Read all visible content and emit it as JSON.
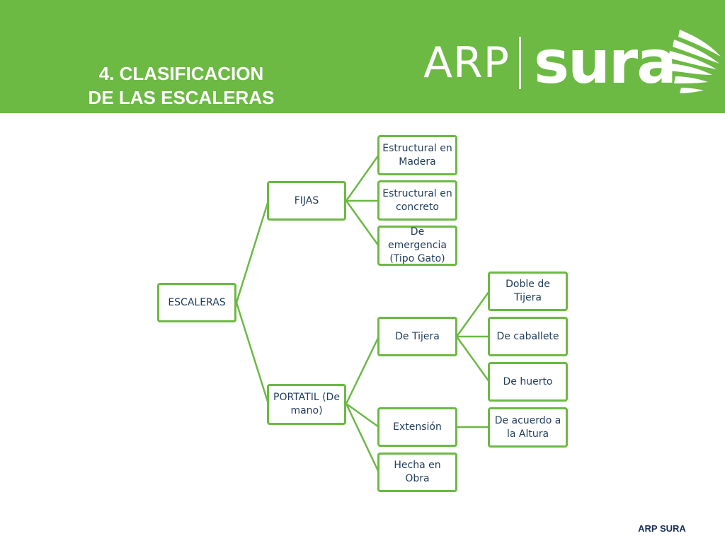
{
  "header": {
    "title_line1": "4. CLASIFICACION",
    "title_line2": "DE LAS ESCALERAS",
    "logo_left": "ARP",
    "logo_right": "sura"
  },
  "diagram": {
    "root": "ESCALERAS",
    "fijas": {
      "label": "FIJAS",
      "children": [
        "Estructural en Madera",
        "Estructural en concreto",
        "De emergencia (Tipo Gato)"
      ]
    },
    "portatil": {
      "label": "PORTATIL (De mano)",
      "de_tijera": {
        "label": "De Tijera",
        "children": [
          "Doble de Tijera",
          "De caballete",
          "De huerto"
        ]
      },
      "extension": {
        "label": "Extensión",
        "children": [
          "De acuerdo a la Altura"
        ]
      },
      "hecha_en_obra": "Hecha en Obra"
    }
  },
  "footer": {
    "brand": "ARP SURA"
  },
  "colors": {
    "brand_green": "#6cb944",
    "node_text": "#1f3b5a",
    "footer_text": "#1c2f5a"
  }
}
